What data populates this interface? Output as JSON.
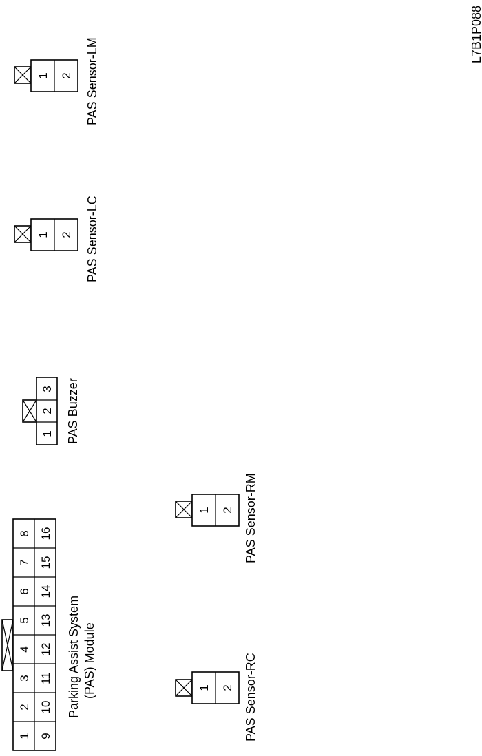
{
  "figure_code": "L7B1P088",
  "connectors": {
    "pas_module": {
      "label_line1": "Parking Assist System",
      "label_line2": "(PAS) Module",
      "pins_row1": [
        "1",
        "2",
        "3",
        "4",
        "5",
        "6",
        "7",
        "8"
      ],
      "pins_row2": [
        "9",
        "10",
        "11",
        "12",
        "13",
        "14",
        "15",
        "16"
      ]
    },
    "pas_buzzer": {
      "label": "PAS Buzzer",
      "pins": [
        "1",
        "2",
        "3"
      ]
    },
    "sensor_lm": {
      "label": "PAS Sensor-LM",
      "pins": [
        "1",
        "2"
      ]
    },
    "sensor_lc": {
      "label": "PAS Sensor-LC",
      "pins": [
        "1",
        "2"
      ]
    },
    "sensor_rm": {
      "label": "PAS Sensor-RM",
      "pins": [
        "1",
        "2"
      ]
    },
    "sensor_rc": {
      "label": "PAS Sensor-RC",
      "pins": [
        "1",
        "2"
      ]
    }
  }
}
